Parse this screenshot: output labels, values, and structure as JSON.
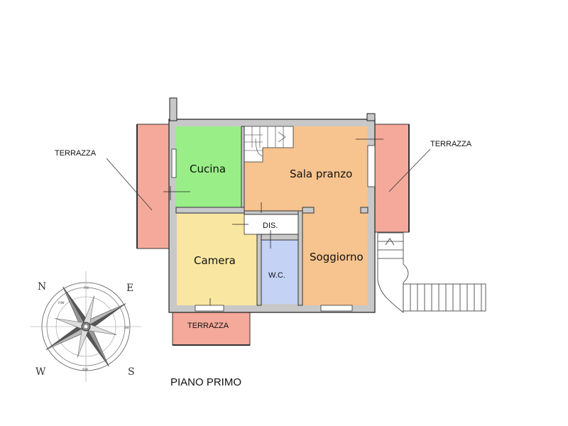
{
  "colors": {
    "terrace": "#f4a99a",
    "kitchen": "#99ee88",
    "living": "#f7c38e",
    "bedroom": "#f9e6a0",
    "wc": "#c4d2f5",
    "wall": "#c8c8c8"
  },
  "rooms": {
    "cucina": "Cucina",
    "sala_pranzo": "Sala pranzo",
    "camera": "Camera",
    "soggiorno": "Soggiorno",
    "dis": "DIS.",
    "wc": "W.C."
  },
  "terraces": {
    "left": "TERRAZZA",
    "right": "TERRAZZA",
    "bottom": "TERRAZZA"
  },
  "floor_title": "PIANO PRIMO",
  "compass": {
    "icon": "compass-rose-icon",
    "north": "N",
    "east": "E",
    "south": "S",
    "west": "W",
    "nw": "nw",
    "ne": "ne",
    "se": "se",
    "sw": "sw"
  }
}
